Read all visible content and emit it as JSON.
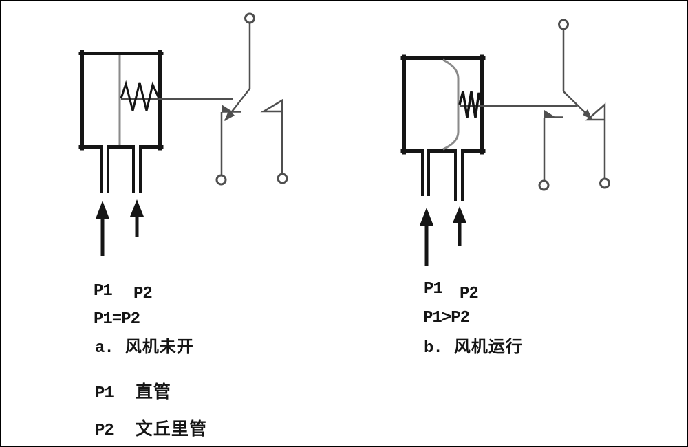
{
  "figure": {
    "diagram_a": {
      "p1_label": "P1",
      "p2_label": "P2",
      "pressure_relation": "P1=P2",
      "caption_prefix": "a.",
      "caption_text": "风机未开"
    },
    "diagram_b": {
      "p1_label": "P1",
      "p2_label": "P2",
      "pressure_relation": "P1>P2",
      "caption_prefix": "b.",
      "caption_text": "风机运行"
    },
    "legend": {
      "rows": [
        {
          "term": "P1",
          "definition": "直管"
        },
        {
          "term": "P2",
          "definition": "文丘里管"
        }
      ]
    },
    "colors": {
      "ink": "#151515",
      "switch_gray": "#4f4f4f",
      "diaphragm_gray": "#8a8a8a",
      "background": "#ffffff"
    }
  }
}
